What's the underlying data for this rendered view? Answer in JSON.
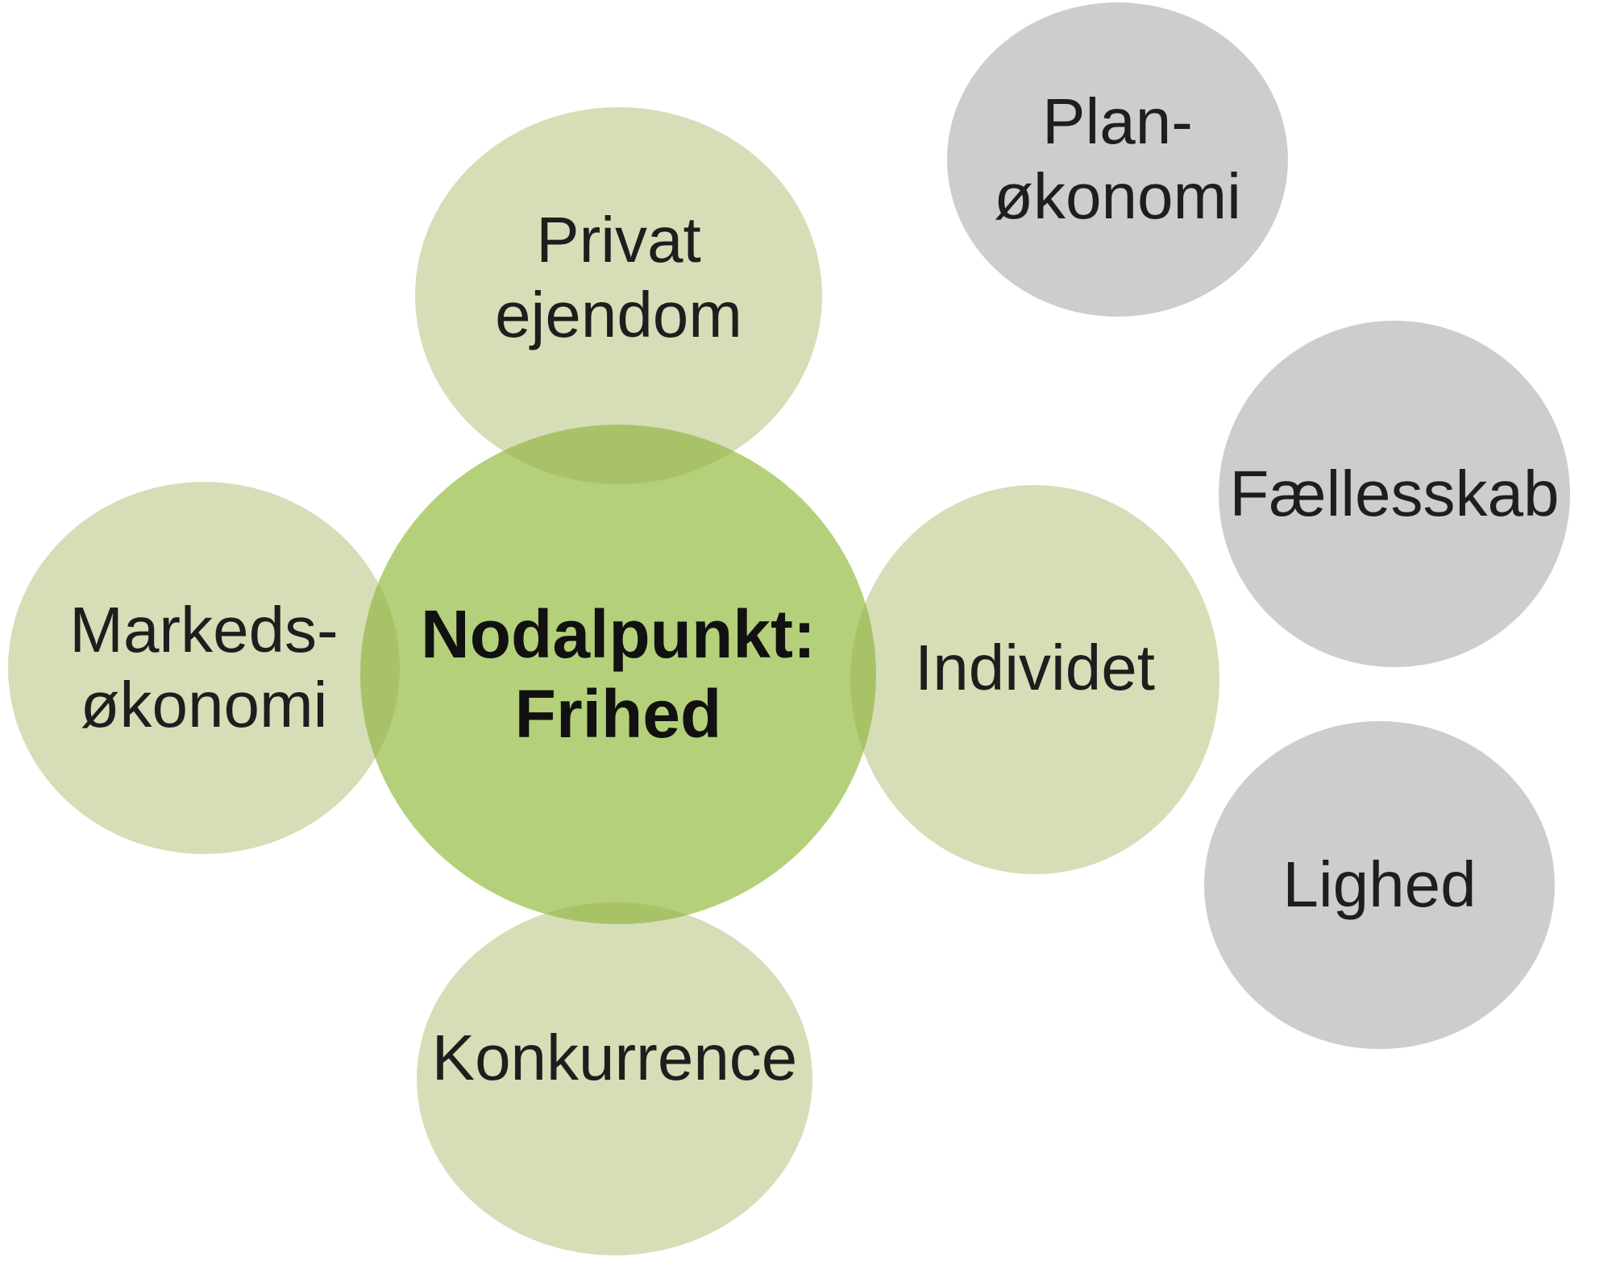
{
  "diagram": {
    "title": "",
    "type": "radial-venn",
    "colors": {
      "background": "#ffffff",
      "center_circle": "#b5d07a",
      "satellite_circle": "#d8e3b5",
      "overlap_lens": "#a9c268",
      "gray_circle": "#cdcdcd",
      "label_text": "#1e1e1e"
    },
    "nodes": {
      "center": {
        "line1": "Nodalpunkt:",
        "line2": "Frihed"
      },
      "privat_ejendom": {
        "line1": "Privat",
        "line2": "ejendom"
      },
      "markeds_okonomi": {
        "line1": "Markeds-",
        "line2": "økonomi"
      },
      "individet": {
        "line1": "Individet"
      },
      "konkurrence": {
        "line1": "Konkurrence"
      },
      "plan_okonomi": {
        "line1": "Plan-",
        "line2": "økonomi"
      },
      "faellesskab": {
        "line1": "Fællesskab"
      },
      "lighed": {
        "line1": "Lighed"
      }
    }
  }
}
